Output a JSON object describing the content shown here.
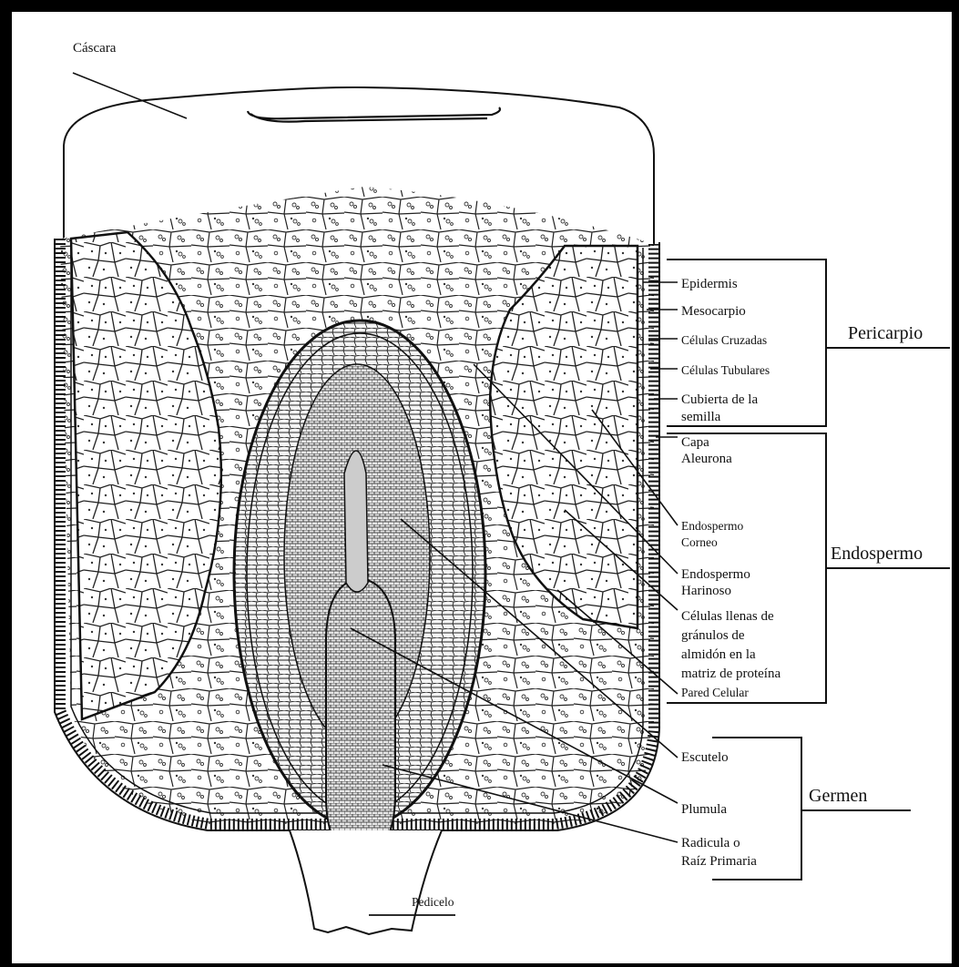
{
  "labels": {
    "cascara": "Cáscara",
    "pedicelo": "Pedicelo",
    "epidermis": "Epidermis",
    "mesocarpio": "Mesocarpio",
    "celulas_cruzadas": "Células Cruzadas",
    "celulas_tubulares": "Células Tubulares",
    "cubierta": [
      "Cubierta de la",
      "semilla"
    ],
    "capa_aleurona": [
      "Capa",
      "Aleurona"
    ],
    "endospermo_corneo": [
      "Endospermo",
      "Corneo"
    ],
    "endospermo_harinoso": [
      "Endospermo",
      "Harinoso"
    ],
    "celulas_llenas": [
      "Células llenas de",
      "gránulos de",
      "almidón en la",
      "matriz de proteína"
    ],
    "pared_celular": "Pared Celular",
    "escutelo": "Escutelo",
    "plumula": "Plumula",
    "radicula": [
      "Radicula o",
      "Raíz Primaria"
    ]
  },
  "groups": {
    "pericarpio": "Pericarpio",
    "endospermo": "Endospermo",
    "germen": "Germen"
  }
}
